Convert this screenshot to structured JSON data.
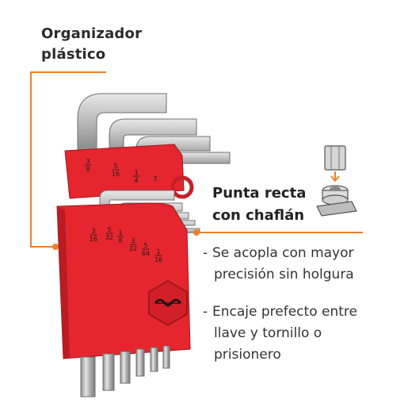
{
  "callout_top": {
    "line1": "Organizador",
    "line2": "plástico"
  },
  "feature": {
    "title_line1": "Punta recta",
    "title_line2": "con chaflán"
  },
  "bullets": [
    {
      "dash": "-",
      "line1": "Se acopla con mayor",
      "line2": "precisión sin holgura"
    },
    {
      "dash": "-",
      "line1": "Encaje prefecto entre",
      "line2": "llave y tornillo o",
      "line3": "prisionero"
    }
  ],
  "holder_top_sizes": [
    {
      "num": "3",
      "den": "8"
    },
    {
      "num": "5",
      "den": "16"
    },
    {
      "num": "1",
      "den": "4"
    },
    {
      "num": "7",
      "den": ""
    }
  ],
  "holder_bottom_sizes": [
    {
      "num": "3",
      "den": "16"
    },
    {
      "num": "5",
      "den": "32"
    },
    {
      "num": "1",
      "den": "8"
    },
    {
      "num": "3",
      "den": "32"
    },
    {
      "num": "5",
      "den": "64"
    },
    {
      "num": "1",
      "den": "16"
    }
  ],
  "colors": {
    "accent": "#f07f2a",
    "holder_red": "#e5262e",
    "holder_dark": "#b91c23",
    "steel": "#c9c9c9"
  },
  "icons": {
    "detail": "hex-key-tip-in-screw-icon",
    "logo": "brand-hex-logo-icon"
  }
}
